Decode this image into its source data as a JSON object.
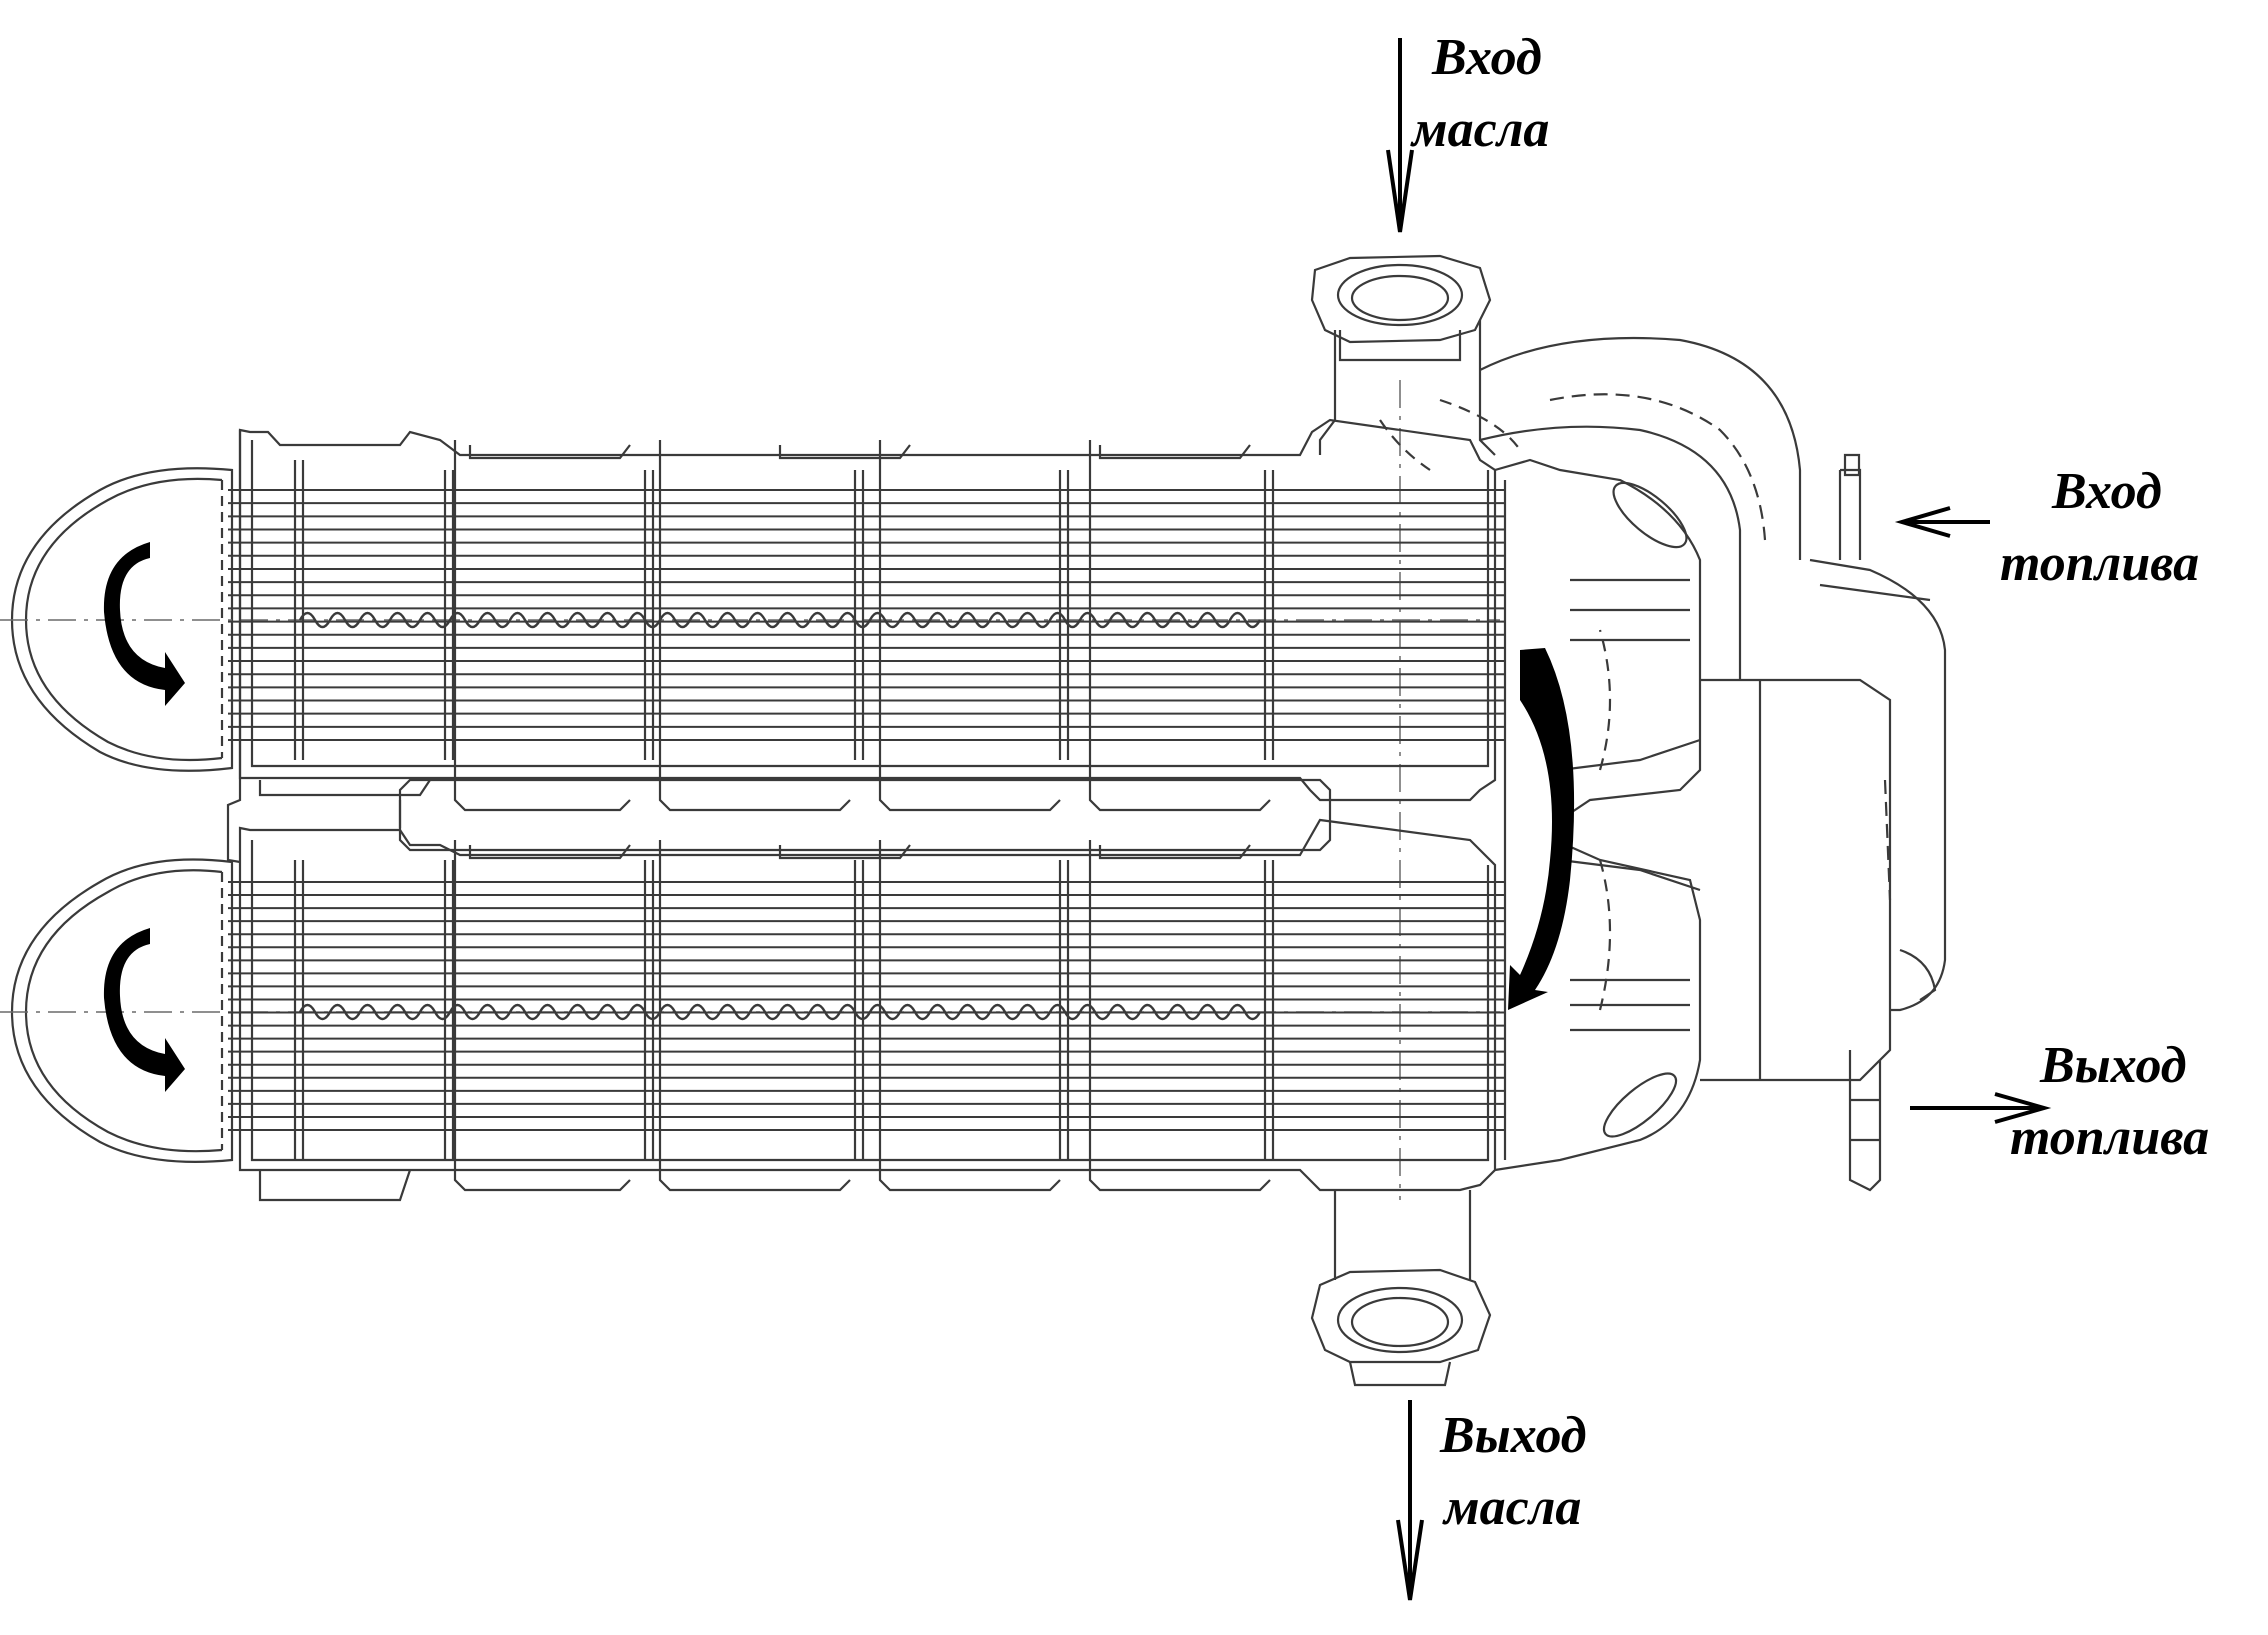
{
  "labels": {
    "oil_inlet": {
      "line1": "Вход",
      "line2": "масла"
    },
    "fuel_inlet": {
      "line1": "Вход",
      "line2": "топлива"
    },
    "fuel_outlet": {
      "line1": "Выход",
      "line2": "топлива"
    },
    "oil_outlet": {
      "line1": "Выход",
      "line2": "масла"
    }
  },
  "colors": {
    "line": "#3a3a3a",
    "arrow": "#000000",
    "background": "#ffffff"
  }
}
